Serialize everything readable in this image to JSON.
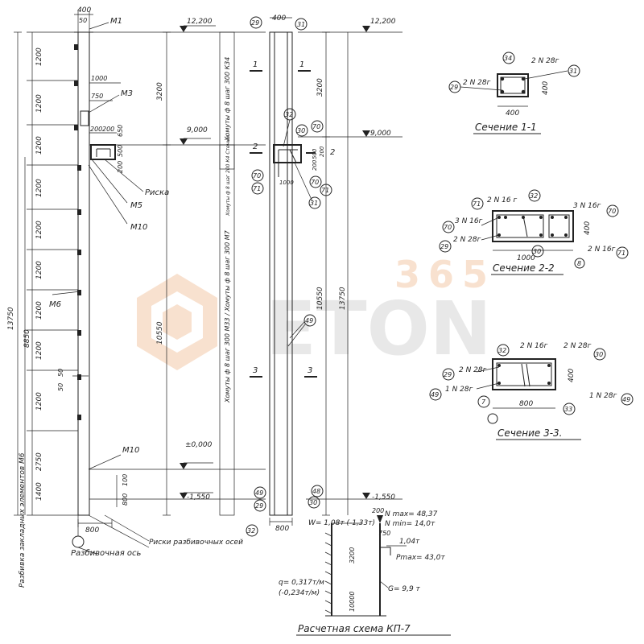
{
  "watermark": {
    "number": "365",
    "word": "ETON"
  },
  "column_elevation": {
    "top_width": "400",
    "top_width_small": "50",
    "part_m1": "M1",
    "segments": [
      "1200",
      "1200",
      "1200",
      "1200",
      "1200",
      "1200",
      "1200",
      "1200",
      "1200",
      "2750",
      "1400"
    ],
    "m3": "M3",
    "dim_1000": "1000",
    "dim_750": "750",
    "dim_200a": "200",
    "dim_200b": "200",
    "dim_650": "650",
    "dim_500": "500",
    "dim_200c": "200",
    "riska": "Риска",
    "m5": "M5",
    "m10_upper": "M10",
    "m6": "M6",
    "total_13750": "13750",
    "dim_8850": "8850",
    "dim_3200": "3200",
    "dim_10550": "10550",
    "dim_50a": "50",
    "dim_50b": "50",
    "m10_lower": "M10",
    "dim_100": "100",
    "dim_800v": "800",
    "dim_800h": "800",
    "stirrups_upper": "Хомуты ф 8 шаг 300 К34",
    "stirrups_table": "Хомуты ф 8 шаг 300 М33 / Хомуты ф 8 шаг 300 М7",
    "small_note": "Хомуты ф 8 шаг 200 К4 Стенки",
    "axis_label": "Разбивочная ось",
    "riski_label": "Риски разбивочных осей",
    "vertical_note": "Разбивка закладных элементов M6"
  },
  "elevations": {
    "top": "12,200",
    "mid": "9,000",
    "zero": "±0,000",
    "bottom": "-1,550"
  },
  "rebar_elevation": {
    "pos_29": "29",
    "pos_31": "31",
    "top_width": "400",
    "sec1_a": "1",
    "sec1_b": "1",
    "sec2_a": "2",
    "sec2_b": "2",
    "sec3_a": "3",
    "sec3_b": "3",
    "pos_32": "32",
    "pos_30": "30",
    "pos_70a": "70",
    "pos_70b": "70",
    "pos_70c": "70",
    "pos_71a": "71",
    "pos_71b": "71",
    "pos_31b": "31",
    "dim_1000": "1000",
    "dim_500": "500",
    "dim_200a": "200",
    "dim_200b": "200",
    "dim_3200": "3200",
    "dim_13750": "13750",
    "dim_10550": "10550",
    "pos_49": "49",
    "pos_49b": "49",
    "pos_29b": "29",
    "pos_48": "48",
    "pos_30b": "30",
    "pos_32b": "32",
    "dim_800": "800"
  },
  "section_1": {
    "pos_34": "34",
    "rebar_top": "2 N 28г",
    "pos_31": "31",
    "pos_29": "29",
    "rebar_left": "2 N 28г",
    "dim_400v": "400",
    "dim_400h": "400",
    "title": "Сечение 1-1"
  },
  "section_2": {
    "pos_71": "71",
    "rebar_tl": "2 N 16 г",
    "pos_32": "32",
    "rebar_tr": "3 N 16г",
    "pos_70": "70",
    "pos_70b": "70",
    "rebar_l1": "3 N 16г",
    "pos_29": "29",
    "rebar_l2": "2 N 28г",
    "pos_30": "30",
    "dim_400": "400",
    "rebar_r": "2 N 16г",
    "pos_71b": "71",
    "dim_1000": "1000",
    "pos_8": "8",
    "title": "Сечение 2-2"
  },
  "section_3": {
    "pos_32": "32",
    "rebar_t1": "2 N 16г",
    "rebar_t2": "2 N 28г",
    "pos_30": "30",
    "pos_29": "29",
    "rebar_l1": "2 N 28г",
    "pos_49": "49",
    "rebar_l2": "1 N 28г",
    "dim_400": "400",
    "rebar_r": "1 N 28г",
    "pos_49b": "49",
    "pos_7": "7",
    "pos_33": "33",
    "dim_800": "800",
    "title": "Сечение 3-3."
  },
  "scheme": {
    "w": "W= 1,08т (-1,33т)",
    "dim_200": "200",
    "nmax": "N max= 48,37",
    "nmin": "N min= 14,0т",
    "dim_750": "750",
    "t104": "1,04т",
    "pmax": "Pmax= 43,0т",
    "dim_3200": "3200",
    "dim_10000": "10000",
    "q": "q= 0,317т/м",
    "q2": "(-0,234т/м)",
    "g": "G= 9,9 т",
    "title": "Расчетная схема КП-7"
  }
}
